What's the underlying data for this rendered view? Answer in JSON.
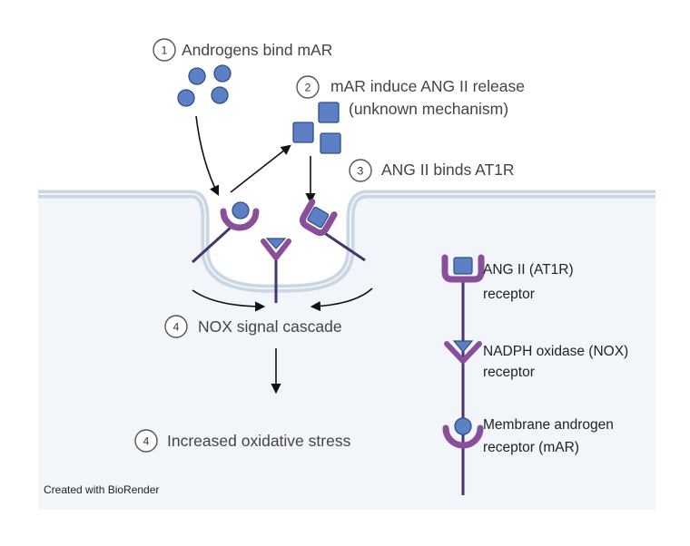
{
  "steps": [
    {
      "number": "1",
      "label": "Androgens bind mAR"
    },
    {
      "number": "2",
      "label_line1": "mAR induce ANG II release",
      "label_line2": "(unknown mechanism)"
    },
    {
      "number": "3",
      "label": "ANG II binds AT1R"
    },
    {
      "number": "4",
      "label": "NOX signal cascade"
    },
    {
      "number": "4",
      "label": "Increased oxidative stress"
    }
  ],
  "legend": [
    {
      "icon": "ang-ii-at1r-receptor-icon",
      "line1": "ANG II (AT1R)",
      "line2": "receptor"
    },
    {
      "icon": "nadph-oxidase-receptor-icon",
      "line1": "NADPH oxidase (NOX)",
      "line2": "receptor"
    },
    {
      "icon": "membrane-androgen-receptor-icon",
      "line1": "Membrane androgen",
      "line2": "receptor (mAR)"
    }
  ],
  "credit": "Created with BioRender",
  "colors": {
    "cytoplasm": "#f2f5fa",
    "membrane": "#c9d6e4",
    "ligand": "#5d7fc4",
    "ligand_stroke": "#2f4f8c",
    "receptor": "#8a4f9a",
    "stalk": "#47346e"
  }
}
